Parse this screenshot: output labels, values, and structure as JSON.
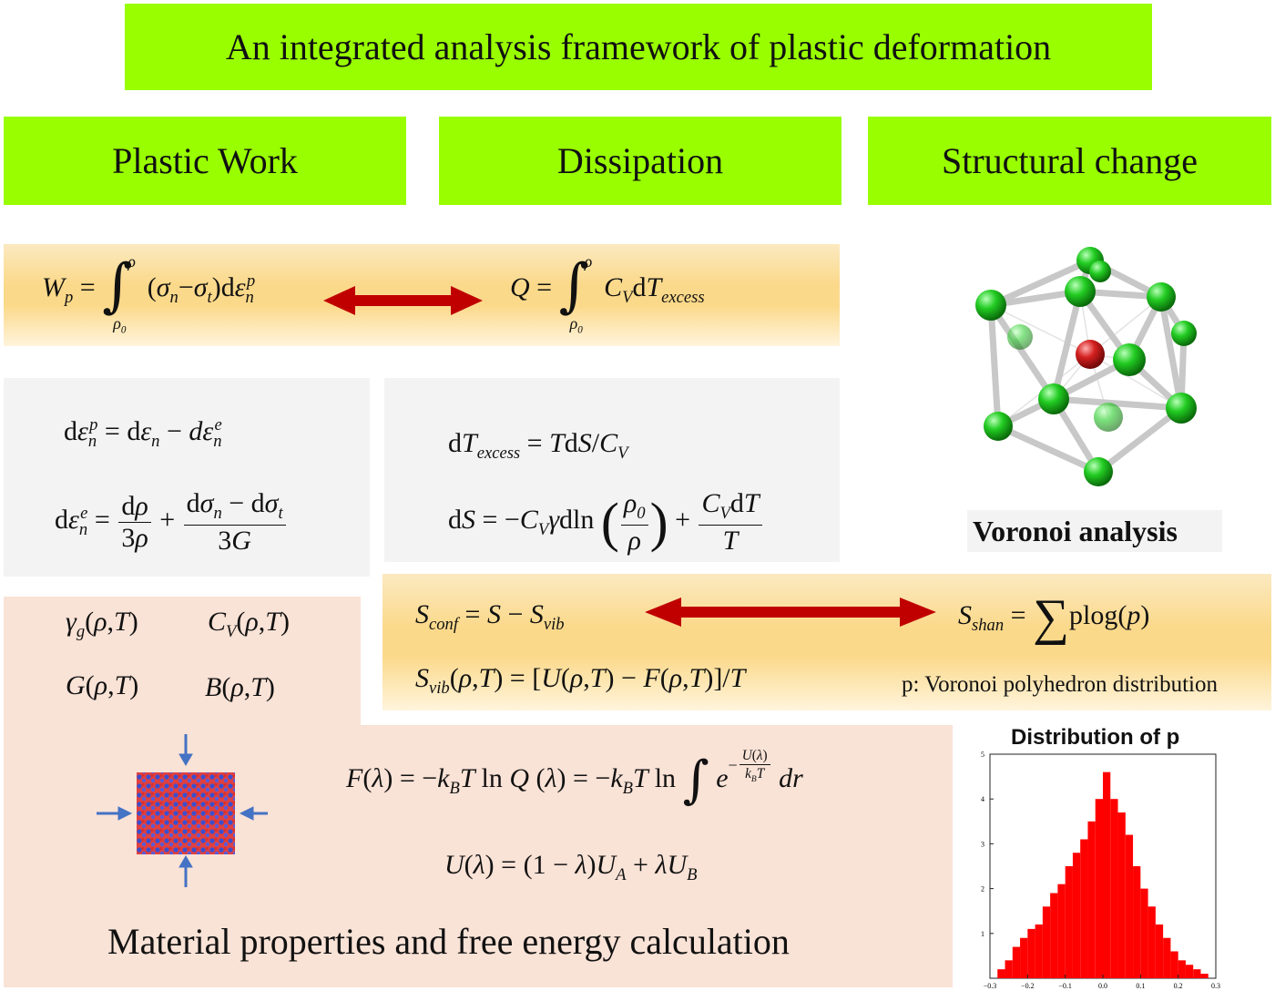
{
  "header": {
    "title": "An integrated analysis framework of plastic deformation"
  },
  "columns": {
    "plastic_work": "Plastic Work",
    "dissipation": "Dissipation",
    "structural_change": "Structural change"
  },
  "equations": {
    "wp": "W_p = ∫_{ρ0}^{ρ} (σ_n − σ_t) dε_n^p",
    "q": "Q = ∫_{ρ0}^{ρ} C_V dT_excess",
    "deps_p": "dε_n^p = dε_n − dε_n^e",
    "deps_e": "dε_n^e = dρ/3ρ + (dσ_n − dσ_t)/3G",
    "dt_excess": "dT_excess = T dS / C_V",
    "ds": "dS = −C_V γ dln(ρ0/ρ) + C_V dT / T",
    "s_conf": "S_conf = S − S_vib",
    "s_shan": "S_shan = Σ p log(p)",
    "s_vib": "S_vib(ρ,T) = [U(ρ,T) − F(ρ,T)]/T",
    "gamma_g": "γ_g(ρ,T)",
    "cv": "C_V(ρ,T)",
    "g": "G(ρ,T)",
    "b": "B(ρ,T)",
    "f_lambda": "F(λ) = −k_B T ln Q(λ) = −k_B T ln ∫ e^{−U(λ)/k_B T} dr",
    "u_lambda": "U(λ) = (1−λ)U_A + λU_B"
  },
  "labels": {
    "voronoi": "Voronoi analysis",
    "p_desc": "p: Voronoi polyhedron distribution",
    "material": "Material properties and free energy calculation"
  },
  "colors": {
    "header_green": "#99ff00",
    "arrow_red": "#c00000",
    "hist_red": "#ff0000",
    "compress_arrow": "#4472c4"
  },
  "chart_data": {
    "type": "bar",
    "title": "Distribution of p",
    "xlabel": "",
    "ylabel": "",
    "xlim": [
      -0.3,
      0.3
    ],
    "ylim": [
      0,
      5
    ],
    "x_ticks": [
      "−0.3",
      "−0.2",
      "−0.1",
      "0.0",
      "0.1",
      "0.2",
      "0.3"
    ],
    "y_ticks": [
      "1",
      "2",
      "3",
      "4",
      "5"
    ],
    "bin_width": 0.02,
    "bin_starts": [
      -0.28,
      -0.26,
      -0.24,
      -0.22,
      -0.2,
      -0.18,
      -0.16,
      -0.14,
      -0.12,
      -0.1,
      -0.08,
      -0.06,
      -0.04,
      -0.02,
      0.0,
      0.02,
      0.04,
      0.06,
      0.08,
      0.1,
      0.12,
      0.14,
      0.16,
      0.18,
      0.2,
      0.22,
      0.24,
      0.26
    ],
    "values": [
      0.2,
      0.4,
      0.7,
      0.9,
      1.1,
      1.2,
      1.6,
      1.9,
      2.1,
      2.5,
      2.8,
      3.1,
      3.5,
      4.0,
      4.6,
      4.0,
      3.7,
      3.2,
      2.5,
      2.0,
      1.6,
      1.2,
      0.9,
      0.6,
      0.4,
      0.3,
      0.2,
      0.1
    ]
  }
}
